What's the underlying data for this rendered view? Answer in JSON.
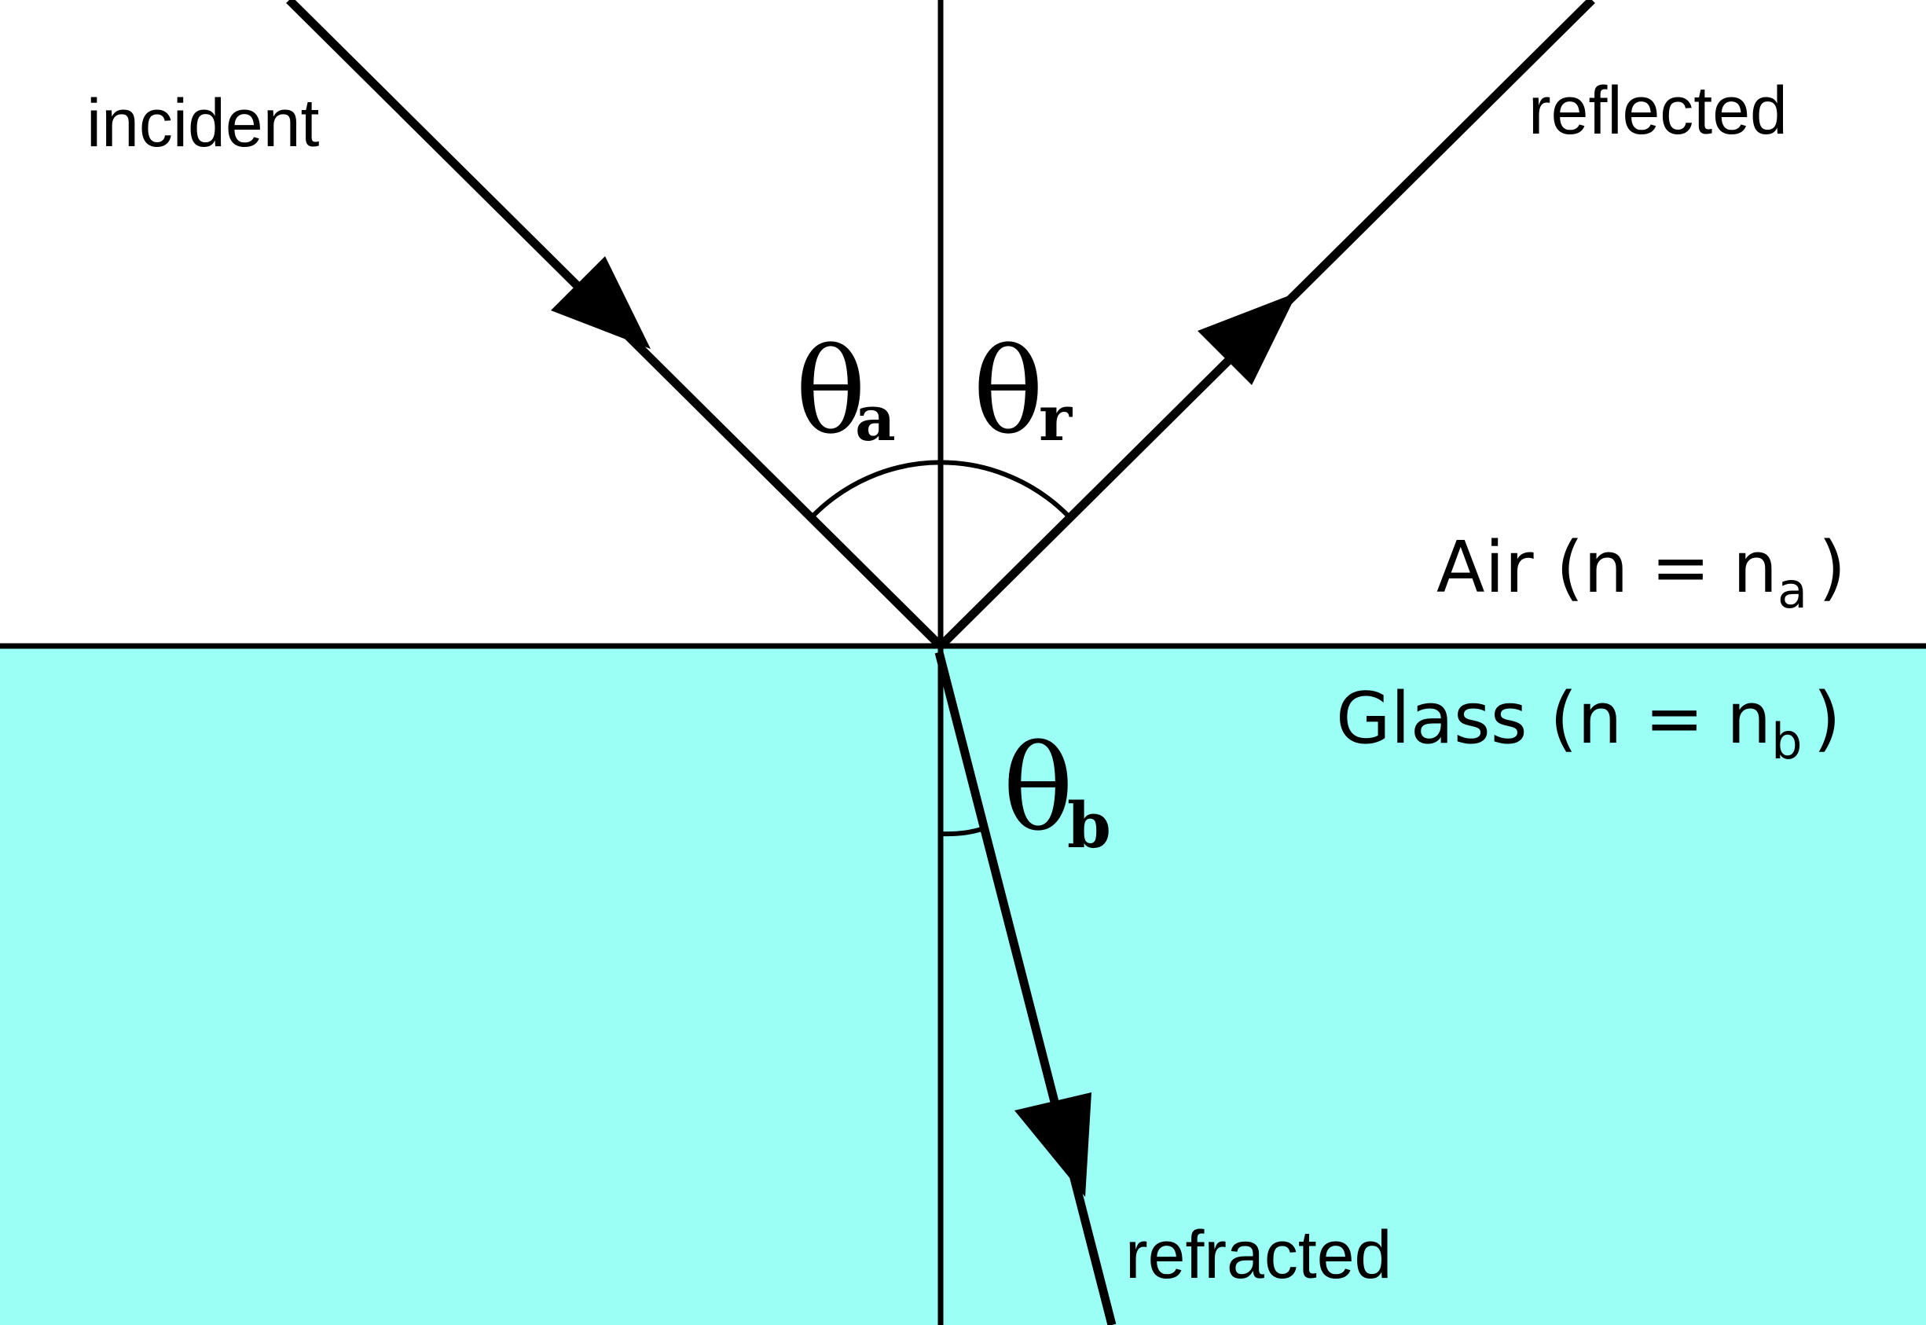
{
  "colors": {
    "background": "#ffffff",
    "glass": "#9cfff6",
    "line": "#000000"
  },
  "rays": {
    "incident": {
      "label": "incident"
    },
    "reflected": {
      "label": "reflected"
    },
    "refracted": {
      "label": "refracted"
    }
  },
  "angles": {
    "a": {
      "symbol": "θ",
      "subscript": "a"
    },
    "r": {
      "symbol": "θ",
      "subscript": "r"
    },
    "b": {
      "symbol": "θ",
      "subscript": "b"
    }
  },
  "media": {
    "air": {
      "prefix": "Air (n = n",
      "subscript": "a",
      "suffix": ")"
    },
    "glass": {
      "prefix": "Glass (n = n",
      "subscript": "b",
      "suffix": ")"
    }
  }
}
